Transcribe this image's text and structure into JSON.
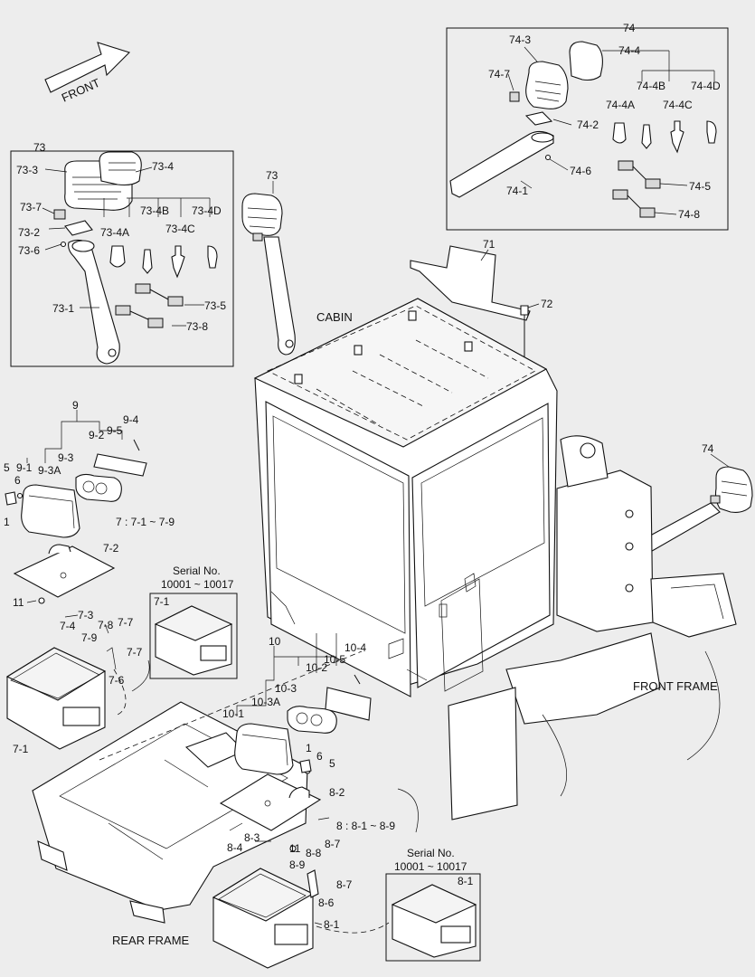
{
  "direction": "FRONT",
  "areas": {
    "cabin": "CABIN",
    "front_frame": "FRONT FRAME",
    "rear_frame": "REAR FRAME"
  },
  "serial_boxes": [
    {
      "title": "Serial No.",
      "range": "10001 ~ 10017",
      "part": "7-1"
    },
    {
      "title": "Serial No.",
      "range": "10001 ~ 10017",
      "part": "8-1"
    }
  ],
  "group_notes": {
    "g7": "7 : 7-1 ~ 7-9",
    "g8": "8 : 8-1 ~ 8-9"
  },
  "labels": {
    "l73": "73",
    "l73_3": "73-3",
    "l73_4": "73-4",
    "l73_7": "73-7",
    "l73_4b": "73-4B",
    "l73_4d": "73-4D",
    "l73_2": "73-2",
    "l73_4a": "73-4A",
    "l73_4c": "73-4C",
    "l73_6": "73-6",
    "l73_1": "73-1",
    "l73_5": "73-5",
    "l73_8": "73-8",
    "l73m": "73",
    "l74": "74",
    "l74_3": "74-3",
    "l74_4": "74-4",
    "l74_7": "74-7",
    "l74_4b": "74-4B",
    "l74_4d": "74-4D",
    "l74_4a": "74-4A",
    "l74_4c": "74-4C",
    "l74_2": "74-2",
    "l74_6": "74-6",
    "l74_1": "74-1",
    "l74_5": "74-5",
    "l74_8": "74-8",
    "l74m": "74",
    "l71": "71",
    "l72": "72",
    "l9": "9",
    "l9_2": "9-2",
    "l9_5": "9-5",
    "l9_4": "9-4",
    "l9_3": "9-3",
    "l9_1": "9-1",
    "l9_3a": "9-3A",
    "l5a": "5",
    "l6a": "6",
    "l1a": "1",
    "l7_2": "7-2",
    "l11a": "11",
    "l7_3": "7-3",
    "l7_4": "7-4",
    "l7_8": "7-8",
    "l7_7a": "7-7",
    "l7_9": "7-9",
    "l7_7b": "7-7",
    "l7_6": "7-6",
    "l7_1": "7-1",
    "l10": "10",
    "l10_5": "10-5",
    "l10_4": "10-4",
    "l10_2": "10-2",
    "l10_3": "10-3",
    "l10_3a": "10-3A",
    "l10_1": "10-1",
    "l1b": "1",
    "l6b": "6",
    "l5b": "5",
    "l8_2": "8-2",
    "l8_3": "8-3",
    "l8_4": "8-4",
    "l11b": "11",
    "l8_8": "8-8",
    "l8_7a": "8-7",
    "l8_9": "8-9",
    "l8_7b": "8-7",
    "l8_6": "8-6",
    "l8_1": "8-1"
  }
}
